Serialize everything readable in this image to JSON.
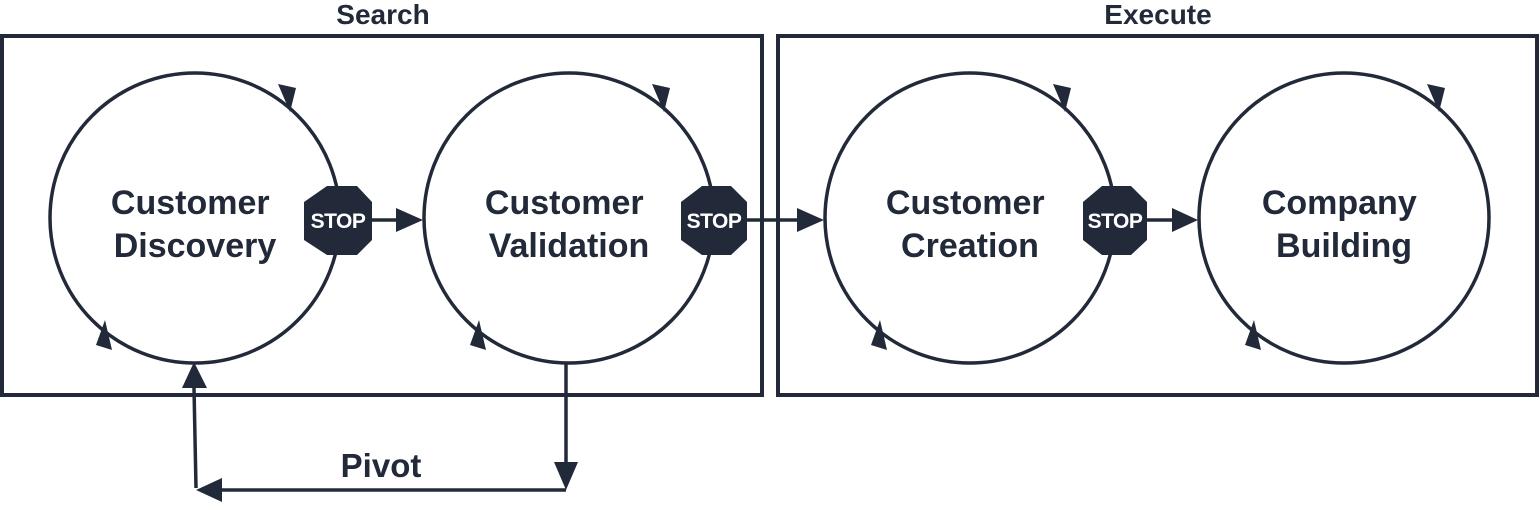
{
  "groups": {
    "search": {
      "title": "Search"
    },
    "execute": {
      "title": "Execute"
    }
  },
  "phases": [
    {
      "line1": "Customer",
      "line2": "Discovery"
    },
    {
      "line1": "Customer",
      "line2": "Validation"
    },
    {
      "line1": "Customer",
      "line2": "Creation"
    },
    {
      "line1": "Company",
      "line2": "Building"
    }
  ],
  "stop_signs": [
    {
      "label": "STOP"
    },
    {
      "label": "STOP"
    },
    {
      "label": "STOP"
    }
  ],
  "pivot": {
    "label": "Pivot"
  },
  "colors": {
    "ink": "#222a3a",
    "background": "#ffffff",
    "stop_text": "#ffffff"
  }
}
